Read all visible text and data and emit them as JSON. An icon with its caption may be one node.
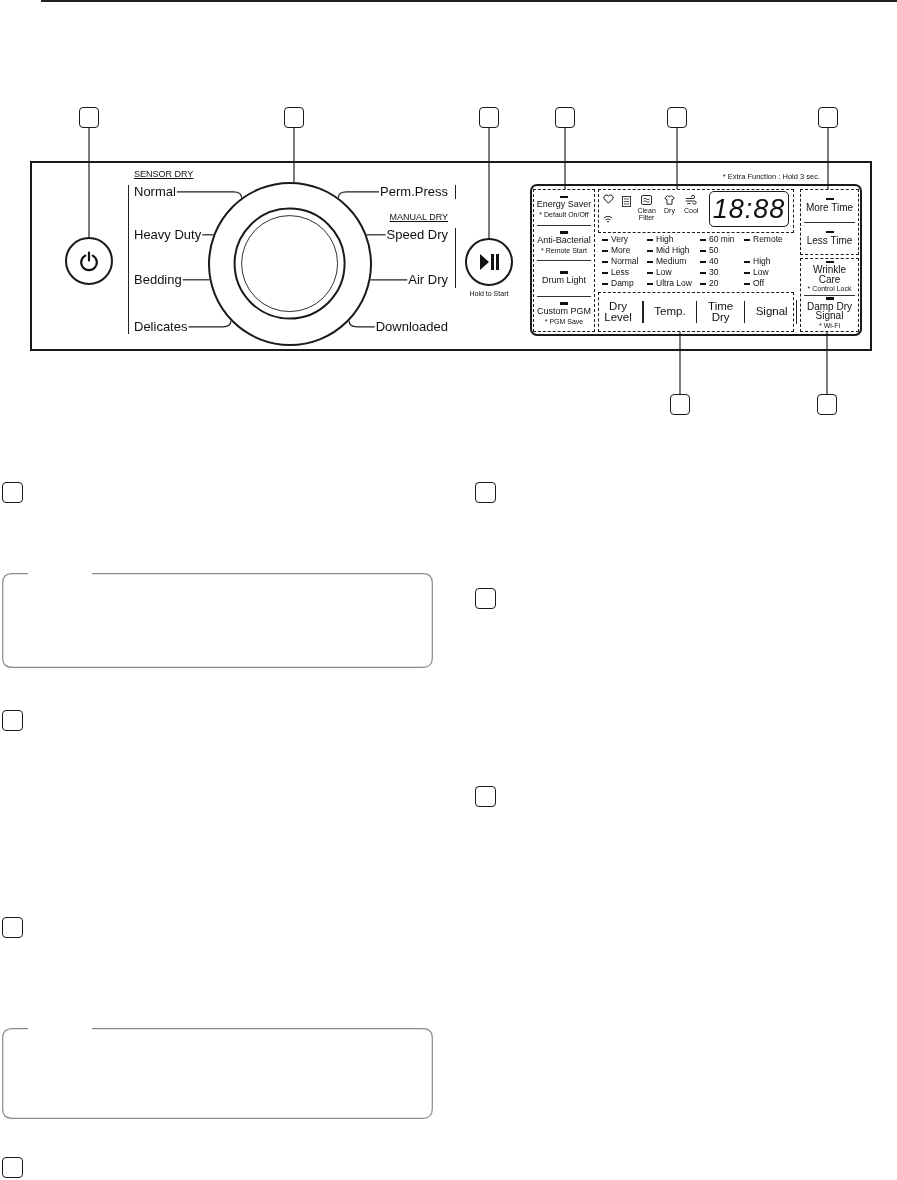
{
  "diagram": {
    "nodes": [
      {
        "text": [],
        "shape": "box"
      },
      {
        "text": [],
        "shape": "box"
      },
      {
        "text": [],
        "shape": "box"
      },
      {
        "text": [],
        "shape": "box"
      },
      {
        "text": [],
        "shape": "box"
      },
      {
        "text": [],
        "shape": "box"
      },
      {
        "text": [],
        "shape": "box"
      },
      {
        "text": [],
        "shape": "circle",
        "in": 6
      },
      {
        "text": [
          "Normal"
        ],
        "in": 6
      },
      {
        "text": [
          "Heavy Duty"
        ],
        "in": 6
      },
      {
        "text": [
          "Bedding"
        ],
        "in": 6
      },
      {
        "text": [
          "Delicates"
        ],
        "in": 6
      },
      {
        "text": [],
        "shape": "circle",
        "in": 6
      },
      {
        "text": [
          "Perm.Press"
        ],
        "in": 6
      },
      {
        "text": [
          "Speed Dry"
        ],
        "in": 6
      },
      {
        "text": [
          "Air Dry"
        ],
        "in": 6
      },
      {
        "text": [
          "Downloaded"
        ],
        "in": 6
      },
      {
        "text": [],
        "shape": "circle",
        "in": 6,
        "beside": [
          "Hold to Start"
        ]
      },
      {
        "text": [],
        "shape": "box",
        "in": 6
      },
      {
        "text": [
          "Energy Saver",
          "* Default On/Off",
          "Anti-Bacterial",
          "* Remote Start",
          "Drum Light",
          "Custom PGM",
          "* PGM Save"
        ],
        "in": 18
      },
      {
        "text": [
          "Clean Filter",
          "Dry",
          "Cool"
        ],
        "in": 18
      },
      {
        "text": [
          "18:88"
        ],
        "in": 20
      },
      {
        "text": [
          "More Time",
          "Less Time"
        ],
        "in": 18
      },
      {
        "text": [
          "Dry Level",
          "Temp.",
          "Time Dry",
          "Signal"
        ],
        "in": 18
      },
      {
        "text": [
          "Wrinkle Care",
          "* Control Lock",
          "Damp Dry Signal",
          "* Wi-Fi"
        ],
        "in": 18
      },
      {
        "text": [],
        "shape": "box"
      },
      {
        "text": [],
        "shape": "box"
      },
      {
        "text": [],
        "shape": "box"
      },
      {
        "text": [],
        "shape": "box"
      },
      {
        "text": [],
        "shape": "box"
      },
      {
        "text": [],
        "shape": "box"
      },
      {
        "text": [],
        "shape": "box"
      },
      {
        "text": [],
        "shape": "box"
      },
      {
        "text": [],
        "shape": "box"
      },
      {
        "text": [],
        "shape": "box"
      },
      {
        "text": [],
        "shape": "box"
      }
    ],
    "edges": [
      {
        "from": 0,
        "to": 7,
        "arrow": "none"
      },
      {
        "from": 1,
        "to": 12,
        "arrow": "none"
      },
      {
        "from": 2,
        "to": 17,
        "arrow": "none"
      },
      {
        "from": 3,
        "to": 19,
        "arrow": "none"
      },
      {
        "from": 4,
        "to": 20,
        "arrow": "none"
      },
      {
        "from": 5,
        "to": 22,
        "arrow": "none"
      },
      {
        "from": 25,
        "to": 23,
        "arrow": "none"
      },
      {
        "from": 26,
        "to": 24,
        "arrow": "none"
      },
      {
        "from": 8,
        "to": 12,
        "arrow": "none"
      },
      {
        "from": 9,
        "to": 12,
        "arrow": "none"
      },
      {
        "from": 10,
        "to": 12,
        "arrow": "none"
      },
      {
        "from": 11,
        "to": 12,
        "arrow": "none"
      },
      {
        "from": 13,
        "to": 12,
        "arrow": "none"
      },
      {
        "from": 14,
        "to": 12,
        "arrow": "none"
      },
      {
        "from": 15,
        "to": 12,
        "arrow": "none"
      },
      {
        "from": 16,
        "to": 12,
        "arrow": "none"
      }
    ],
    "labels": [
      "SENSOR DRY",
      "* Extra Function : Hold 3 sec.",
      "MANUAL DRY",
      "Very",
      "High",
      "60 min",
      "Remote",
      "More",
      "Mid High",
      "50",
      "Normal",
      "Medium",
      "40",
      "High",
      "Less",
      "Low",
      "30",
      "Low",
      "Damp",
      "Ultra Low",
      "20",
      "Off"
    ]
  }
}
